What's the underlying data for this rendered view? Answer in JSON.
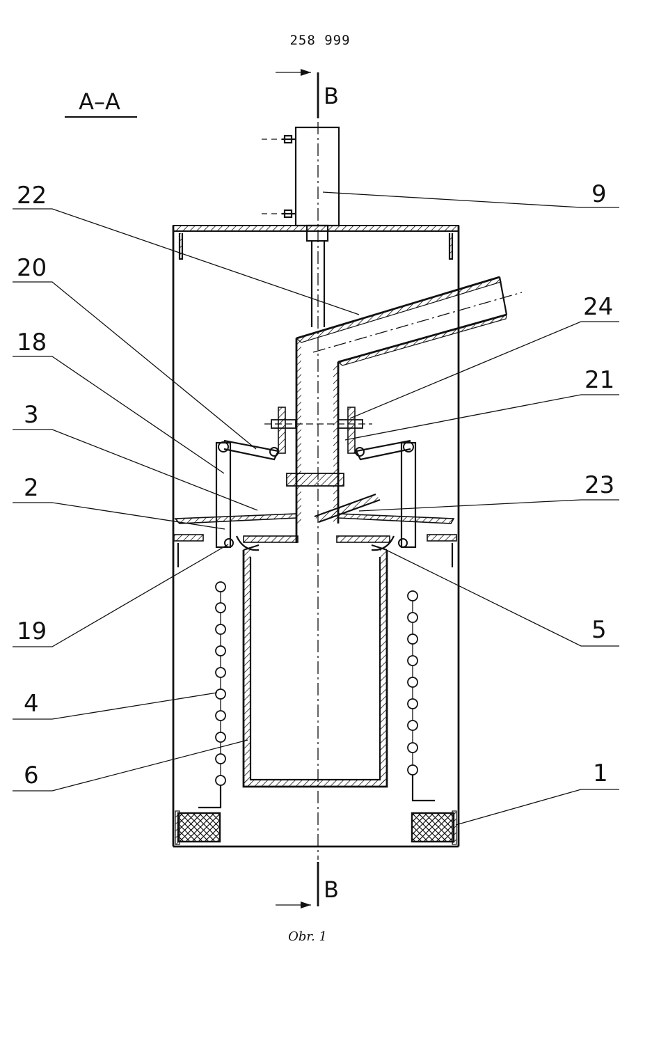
{
  "header": {
    "patent_number": "258 999"
  },
  "section": {
    "label": "A–A",
    "cut_label": "B"
  },
  "caption": "Obr. 1",
  "reference_numerals": {
    "left": [
      "22",
      "20",
      "18",
      "3",
      "2",
      "19",
      "4",
      "6"
    ],
    "right": [
      "9",
      "24",
      "21",
      "23",
      "5",
      "1"
    ]
  }
}
